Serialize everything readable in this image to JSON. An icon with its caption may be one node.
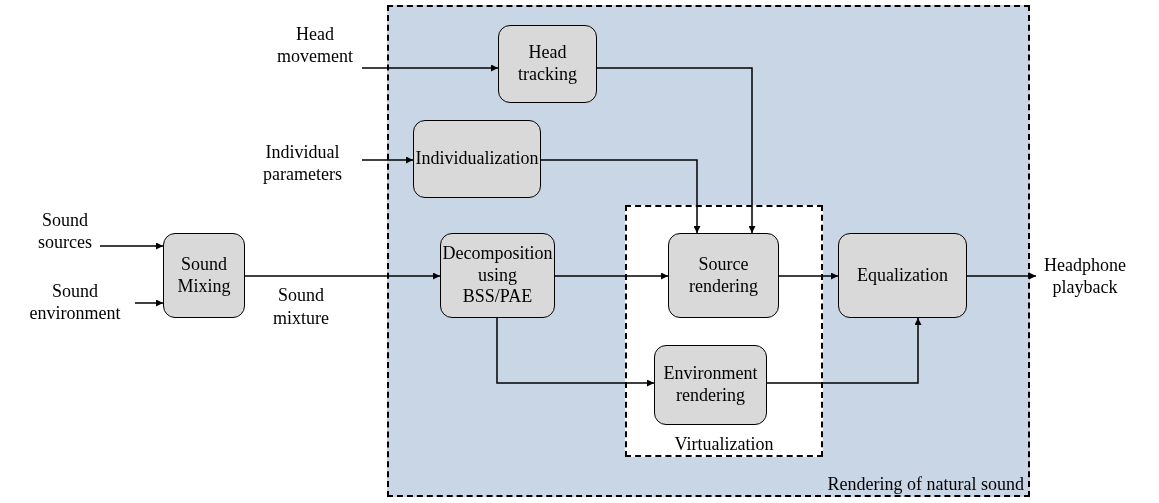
{
  "diagram": {
    "nodes": [
      {
        "text": [
          "Rendering of natural sound"
        ]
      },
      {
        "text": [
          "Virtualization"
        ],
        "in": 0
      },
      {
        "text": [
          "Head tracking"
        ],
        "in": 0
      },
      {
        "text": [
          "Individualization"
        ],
        "in": 0
      },
      {
        "text": [
          "Decomposition using BSS/PAE"
        ],
        "in": 0
      },
      {
        "text": [
          "Source rendering"
        ],
        "in": 1
      },
      {
        "text": [
          "Environment rendering"
        ],
        "in": 1
      },
      {
        "text": [
          "Equalization"
        ],
        "in": 0
      },
      {
        "text": [
          "Sound Mixing"
        ]
      },
      {
        "text": [
          "Head movement"
        ]
      },
      {
        "text": [
          "Individual parameters"
        ]
      },
      {
        "text": [
          "Sound sources"
        ]
      },
      {
        "text": [
          "Sound environment"
        ]
      },
      {
        "text": [
          "Headphone playback"
        ]
      }
    ],
    "edges": [
      {
        "from": 9,
        "to": 2,
        "arrow": "to"
      },
      {
        "from": 10,
        "to": 3,
        "arrow": "to"
      },
      {
        "from": 11,
        "to": 8,
        "arrow": "to"
      },
      {
        "from": 12,
        "to": 8,
        "arrow": "to"
      },
      {
        "from": 8,
        "to": 4,
        "arrow": "to",
        "label": "Sound mixture"
      },
      {
        "from": 4,
        "to": 5,
        "arrow": "to"
      },
      {
        "from": 2,
        "to": 5,
        "arrow": "to"
      },
      {
        "from": 3,
        "to": 5,
        "arrow": "to"
      },
      {
        "from": 4,
        "to": 6,
        "arrow": "to"
      },
      {
        "from": 5,
        "to": 7,
        "arrow": "to"
      },
      {
        "from": 6,
        "to": 7,
        "arrow": "to"
      },
      {
        "from": 7,
        "to": 13,
        "arrow": "to"
      }
    ]
  }
}
